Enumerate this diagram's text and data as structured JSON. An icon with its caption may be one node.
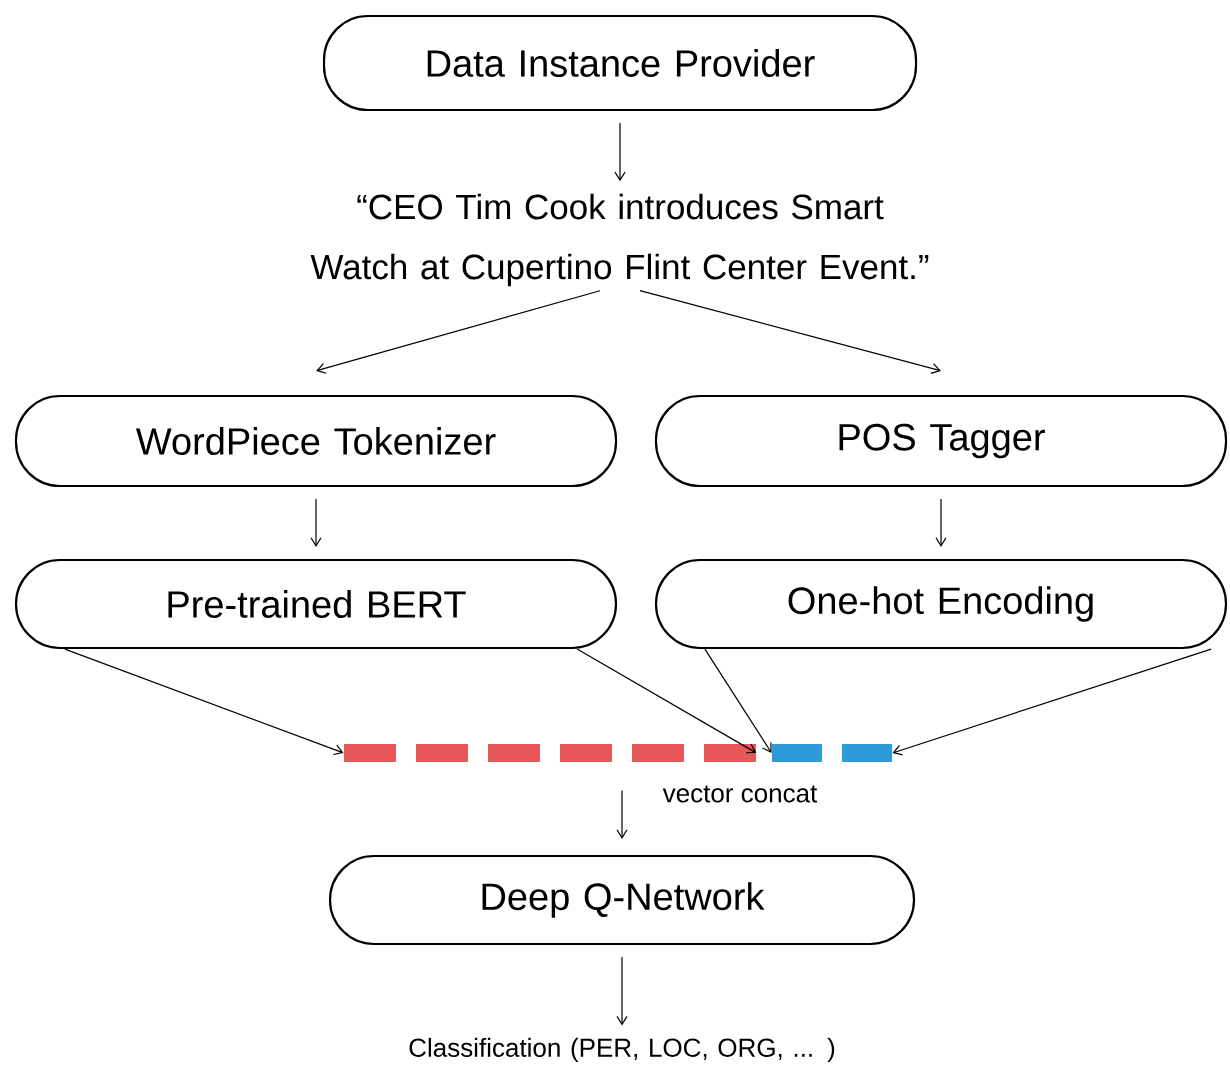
{
  "diagram": {
    "nodes": [
      {
        "text": [
          "Data Instance Provider"
        ]
      },
      {
        "text": [
          "“CEO Tim Cook introduces Smart Watch at Cupertino Flint Center Event.”"
        ]
      },
      {
        "text": [
          "WordPiece Tokenizer"
        ]
      },
      {
        "text": [
          "POS Tagger"
        ]
      },
      {
        "text": [
          "Pre-trained BERT"
        ]
      },
      {
        "text": [
          "One-hot Encoding"
        ]
      },
      {
        "text": [],
        "shape": "bar"
      },
      {
        "text": [],
        "shape": "bar"
      },
      {
        "text": [
          "Deep Q-Network"
        ]
      },
      {
        "text": [
          "Classification (PER, LOC, ORG, ... )"
        ]
      }
    ],
    "edges": [
      {
        "from": 0,
        "to": 1,
        "arrow": "to"
      },
      {
        "from": 1,
        "to": 2,
        "arrow": "to"
      },
      {
        "from": 1,
        "to": 3,
        "arrow": "to"
      },
      {
        "from": 2,
        "to": 4,
        "arrow": "to"
      },
      {
        "from": 3,
        "to": 5,
        "arrow": "to"
      },
      {
        "from": 4,
        "to": 6,
        "arrow": "to"
      },
      {
        "from": 4,
        "to": 6,
        "arrow": "to"
      },
      {
        "from": 5,
        "to": 7,
        "arrow": "to"
      },
      {
        "from": 5,
        "to": 7,
        "arrow": "to"
      },
      {
        "from": 6,
        "to": 8,
        "arrow": "to"
      },
      {
        "from": 8,
        "to": 9,
        "arrow": "to"
      }
    ],
    "labels": [
      "vector concat"
    ]
  }
}
